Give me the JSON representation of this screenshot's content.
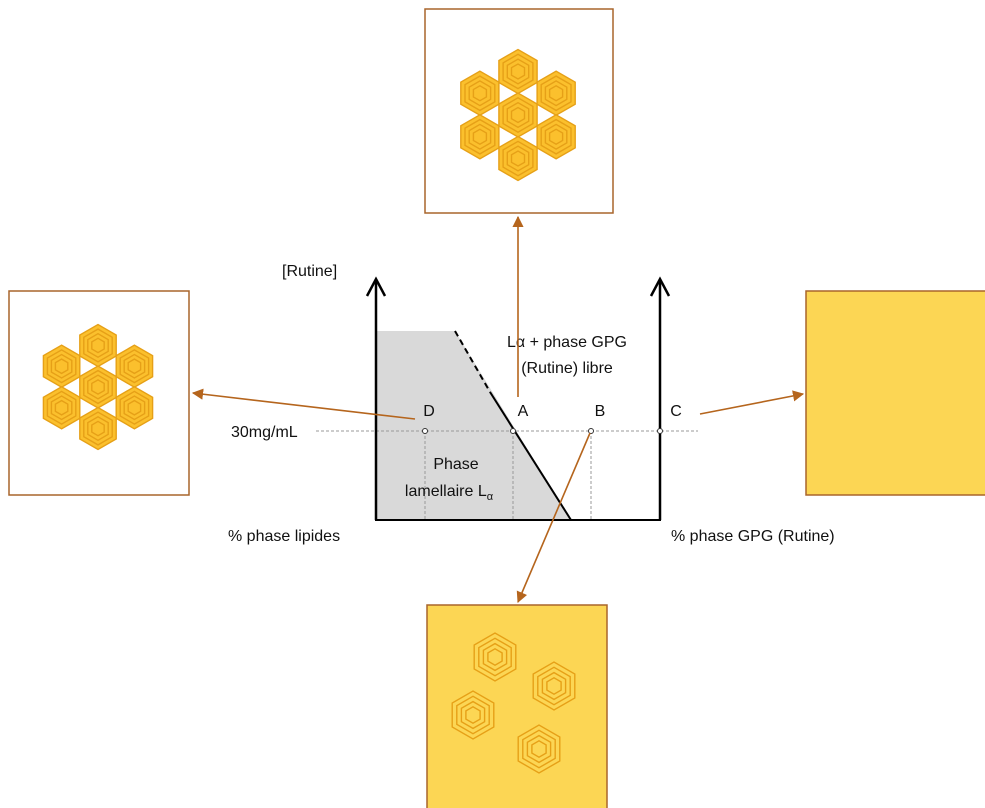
{
  "diagram": {
    "y_axis_label": "[Rutine]",
    "level_label": "30mg/mL",
    "x_axis_left_label": "% phase lipides",
    "x_axis_right_label": "% phase GPG (Rutine)",
    "region_top_line1": "Lα + phase GPG",
    "region_top_line2": "(Rutine) libre",
    "region_lamellar_line1": "Phase",
    "region_lamellar_line2": "lamellaire L",
    "region_lamellar_subscript": "α",
    "points": {
      "D": "D",
      "A": "A",
      "B": "B",
      "C": "C"
    }
  },
  "colors": {
    "frame": "#a9652b",
    "arrow": "#b5651d",
    "hex_fill": "#fbc02d",
    "hex_stroke": "#e6a017",
    "yellow_box": "#fcd654",
    "lamellar_region": "#d9d9d9",
    "axis": "#000000"
  },
  "icons": {
    "top": "dense-hexagon-cluster",
    "left": "dense-hexagon-cluster",
    "right": "uniform-yellow-phase",
    "bottom": "dispersed-hexagons-in-yellow-phase"
  }
}
